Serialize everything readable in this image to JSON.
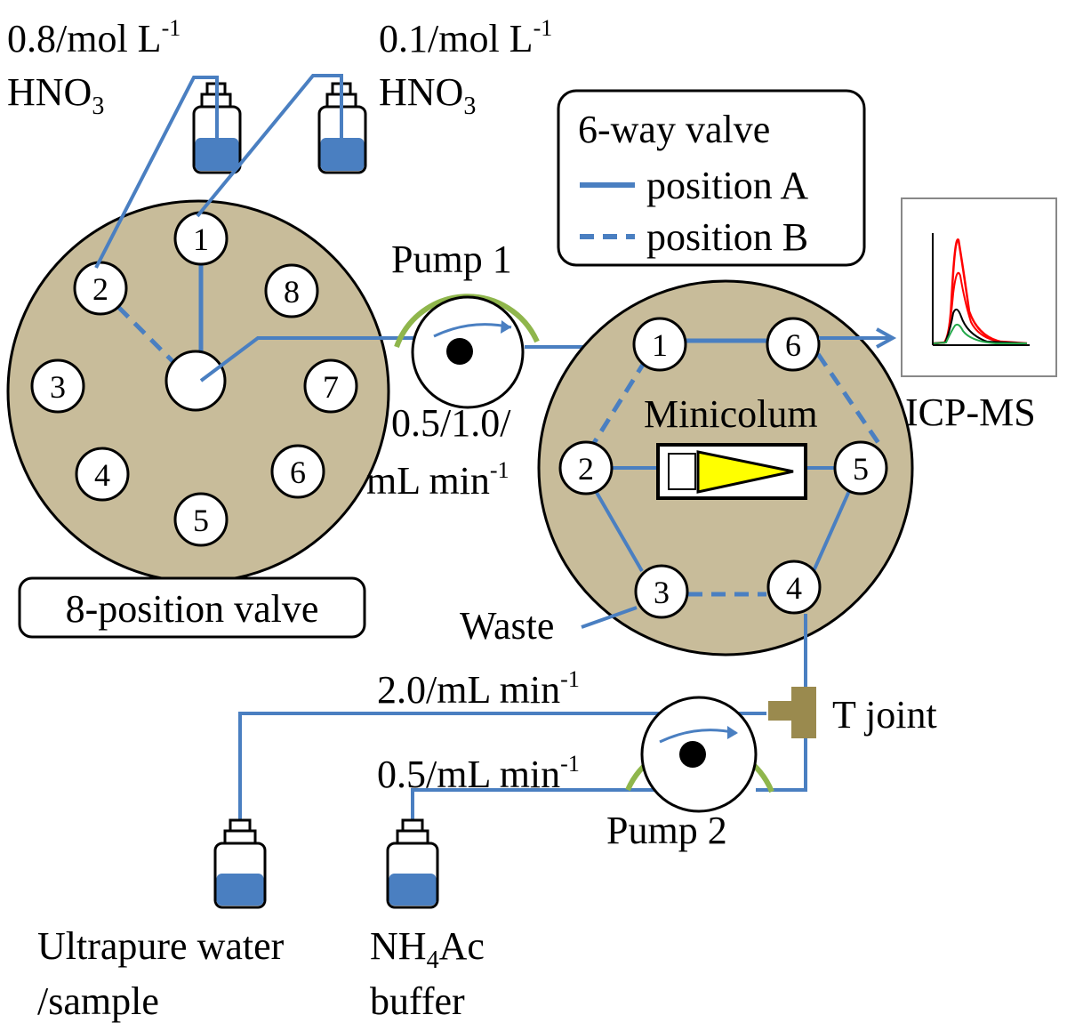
{
  "colors": {
    "tube": "#4a7fc1",
    "valve_fill": "#c8bc9a",
    "pump_arc": "#8fb64c",
    "t_joint": "#9a8a4e",
    "column_cone": "#ffff00",
    "icp_red": "#ff0000",
    "icp_green": "#22a84a",
    "icp_black": "#000000"
  },
  "bottles": {
    "hno3_08": {
      "text": "0.8/mol L",
      "sup": "-1",
      "formula_main": "HNO",
      "formula_sub": "3"
    },
    "hno3_01": {
      "text": "0.1/mol L",
      "sup": "-1",
      "formula_main": "HNO",
      "formula_sub": "3"
    },
    "water": {
      "line1": "Ultrapure water",
      "line2": "/sample"
    },
    "buffer": {
      "nh": "NH",
      "nh_sub": "4",
      "ac": "Ac",
      "line2": "buffer"
    }
  },
  "valve8": {
    "label": "8-position valve",
    "ports": [
      "1",
      "2",
      "3",
      "4",
      "5",
      "6",
      "7",
      "8"
    ]
  },
  "valve6": {
    "ports": [
      "1",
      "2",
      "3",
      "4",
      "5",
      "6"
    ],
    "minicolumn_label": "Minicolum"
  },
  "legend": {
    "title": "6-way valve",
    "position_a": "position A",
    "position_b": "position B"
  },
  "pump1": {
    "label": "Pump 1",
    "rate_line1": "0.5/1.0/",
    "rate_line2_text": "mL min",
    "rate_line2_sup": "-1"
  },
  "pump2": {
    "label": "Pump 2",
    "rate_upper_text": "2.0/mL min",
    "rate_upper_sup": "-1",
    "rate_lower_text": "0.5/mL min",
    "rate_lower_sup": "-1"
  },
  "labels": {
    "icp_ms": "ICP-MS",
    "waste": "Waste",
    "t_joint": "T joint"
  }
}
